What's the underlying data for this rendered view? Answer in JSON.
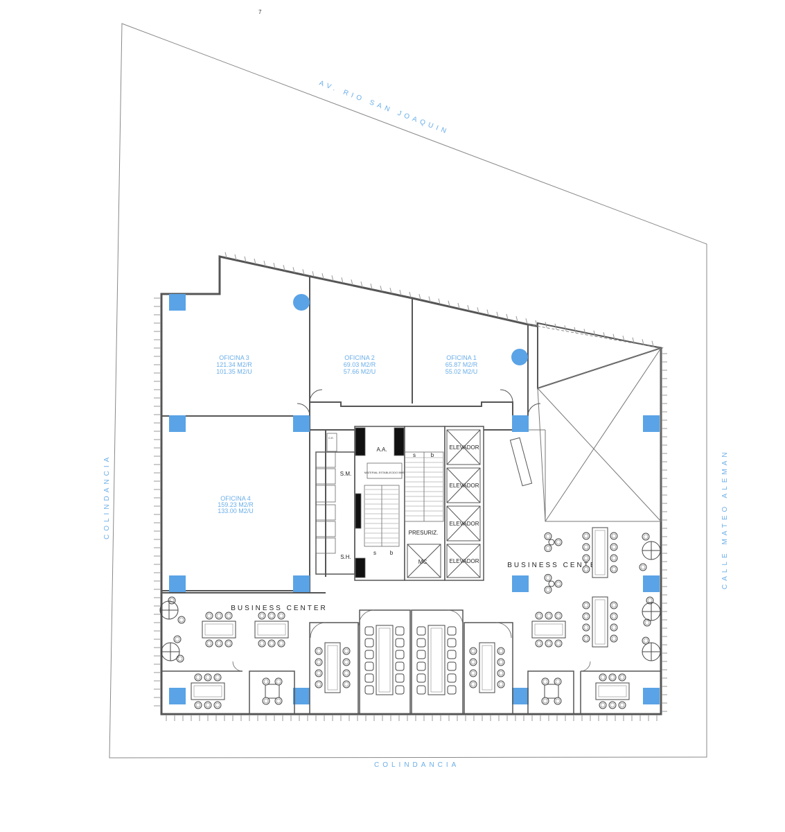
{
  "colors": {
    "accent_blue": "#5aa3e6",
    "label_blue": "#6aaee8",
    "wall": "#555555",
    "thin_line": "#999999"
  },
  "streets": {
    "north": "AV. RIO SAN JOAQUIN",
    "east": "CALLE MATEO ALEMAN",
    "west": "COLINDANCIA",
    "south": "COLINDANCIA"
  },
  "offices": [
    {
      "name": "OFICINA 3",
      "area_r": "121.34 M2/R",
      "area_u": "101.35 M2/U"
    },
    {
      "name": "OFICINA 2",
      "area_r": "69.03 M2/R",
      "area_u": "57.66 M2/U"
    },
    {
      "name": "OFICINA 1",
      "area_r": "65.87 M2/R",
      "area_u": "55.02 M2/U"
    },
    {
      "name": "OFICINA 4",
      "area_r": "159.23 M2/R",
      "area_u": "133.00 M2/U"
    }
  ],
  "core_labels": {
    "aa": "A.A.",
    "sm": "S.M.",
    "sh": "S.H.",
    "presuriz": "PRESURIZ.",
    "mc": "MC",
    "stair_s": "s",
    "stair_b": "b",
    "elevator": "ELEVADOR",
    "ce": "C.E.",
    "shaft_note": "MATERIAL ESTABLECIDO BMS"
  },
  "business_center_label": "BUSINESS CENTER",
  "corner_mark": "7"
}
